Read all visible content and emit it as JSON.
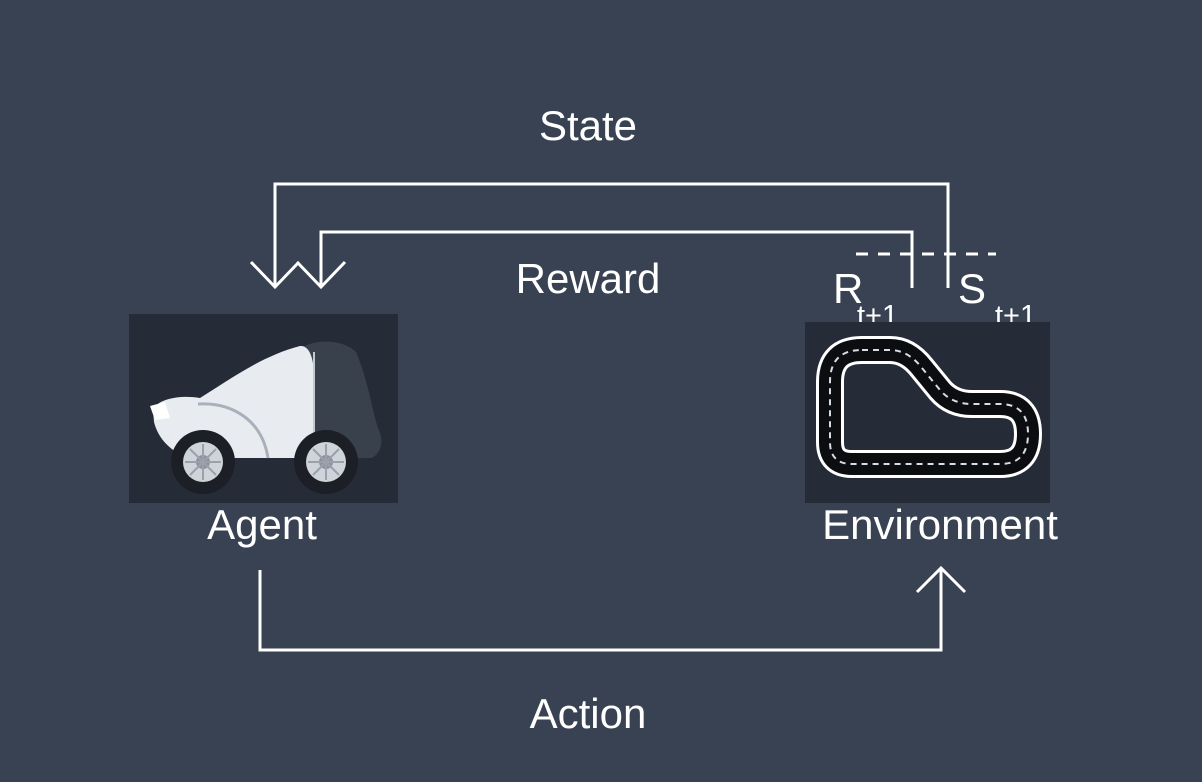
{
  "colors": {
    "background": "#394252",
    "line": "#ffffff",
    "panel": "#262c37",
    "car_body": "#e8ebf0",
    "car_dark": "#39414d",
    "track": "#0c0d10"
  },
  "icons": {
    "agent": "race-car-icon",
    "environment": "race-track-icon"
  },
  "labels": {
    "state": "State",
    "reward": "Reward",
    "agent": "Agent",
    "environment": "Environment",
    "action": "Action"
  },
  "signals": {
    "reward_symbol": "R",
    "reward_subscript": "t+1",
    "state_symbol": "S",
    "state_subscript": "t+1"
  }
}
